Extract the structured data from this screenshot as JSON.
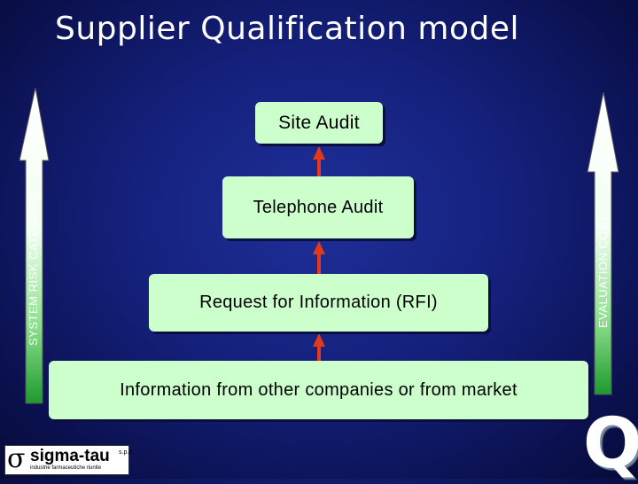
{
  "title": "Supplier Qualification model",
  "levels": {
    "site_audit": "Site Audit",
    "telephone_audit": "Telephone Audit",
    "rfi": "Request for Information (RFI)",
    "information": "Information from other companies or from market"
  },
  "side_labels": {
    "left": "SYSTEM RISK CATEGORY",
    "right": "EVALUATION COST"
  },
  "logo": {
    "symbol": "σ",
    "name": "sigma-tau",
    "subtitle": "industrie farmaceutiche riunite",
    "suffix": "s.p.a."
  },
  "corner_mark": "Q",
  "colors": {
    "box_fill": "#ccffcc",
    "connector_arrow": "#e23a1a",
    "background": "#14207a"
  }
}
